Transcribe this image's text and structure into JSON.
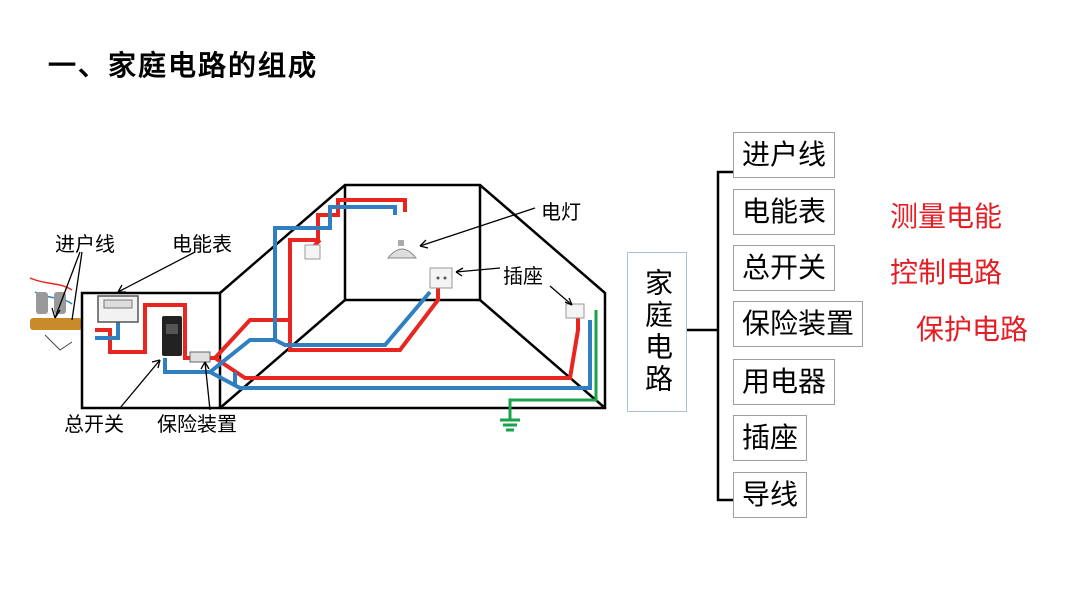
{
  "title": "一、家庭电路的组成",
  "diagram": {
    "labels": {
      "entry_line": "进户线",
      "meter": "电能表",
      "main_switch": "总开关",
      "fuse": "保险装置",
      "lamp": "电灯",
      "socket": "插座"
    },
    "colors": {
      "live": "#e8251f",
      "neutral": "#2f7fc1",
      "ground": "#1aa34a",
      "outline": "#000000"
    }
  },
  "tree": {
    "root": "家庭电路",
    "items": [
      {
        "label": "进户线",
        "function": ""
      },
      {
        "label": "电能表",
        "function": "测量电能"
      },
      {
        "label": "总开关",
        "function": "控制电路"
      },
      {
        "label": "保险装置",
        "function": "保护电路"
      },
      {
        "label": "用电器",
        "function": ""
      },
      {
        "label": "插座",
        "function": ""
      },
      {
        "label": "导线",
        "function": ""
      }
    ]
  }
}
